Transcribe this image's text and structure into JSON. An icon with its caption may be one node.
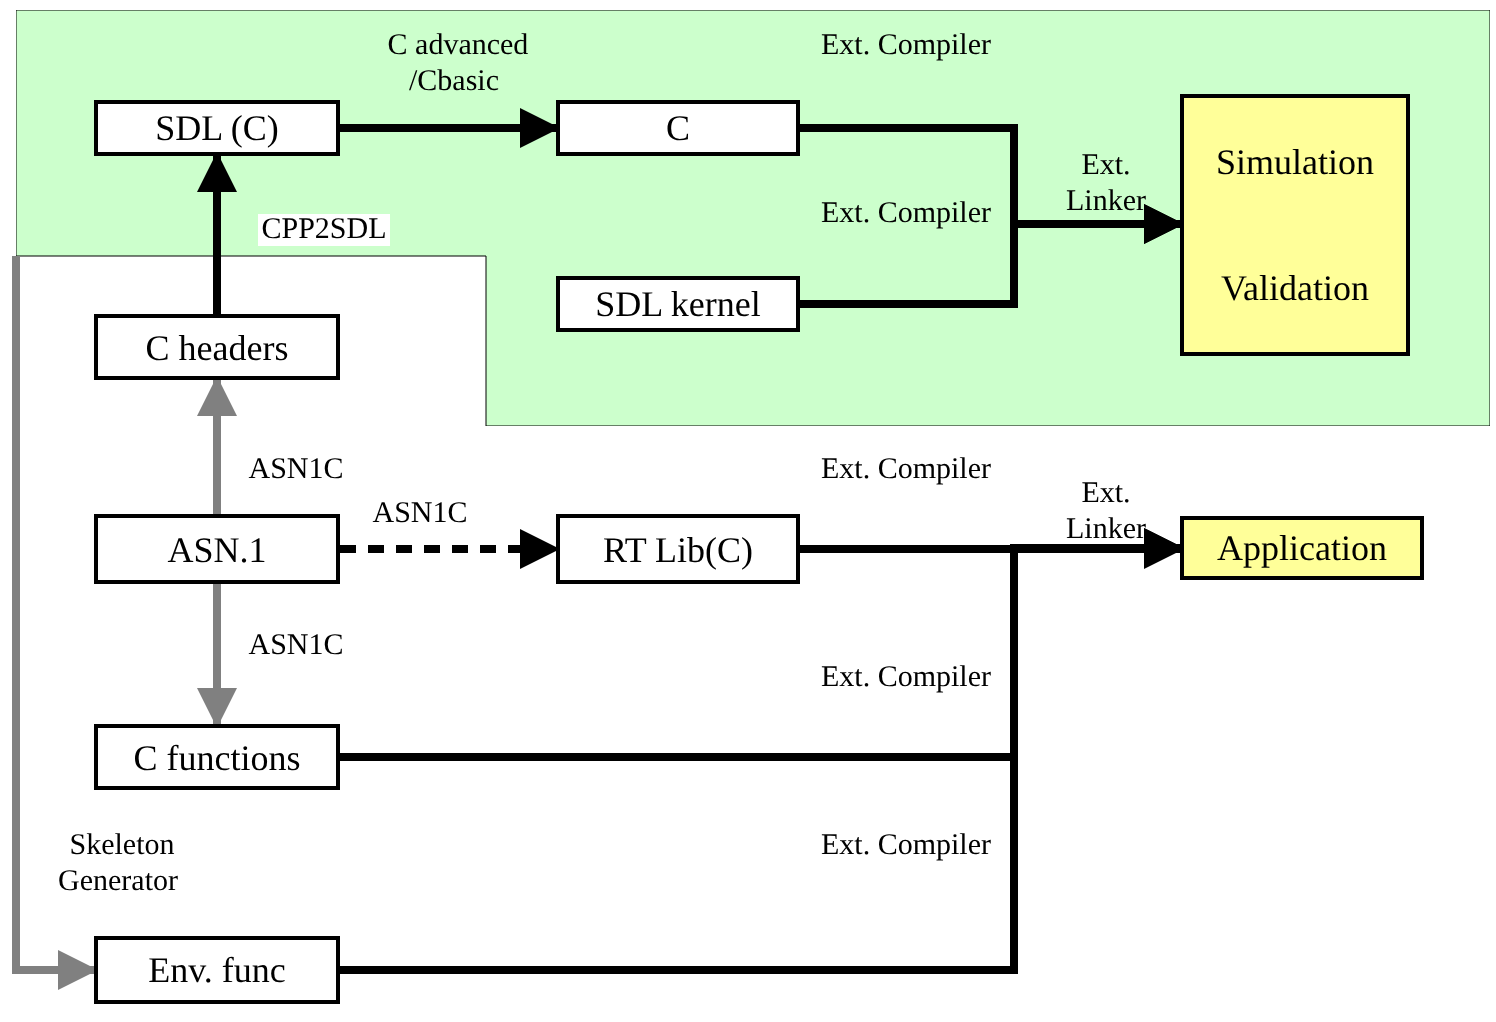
{
  "diagram": {
    "nodes": [
      {
        "text": [],
        "shape": "box"
      },
      {
        "text": [
          "SDL (C)"
        ],
        "in": 0
      },
      {
        "text": [
          "C"
        ],
        "in": 0
      },
      {
        "text": [
          "SDL kernel"
        ],
        "in": 0
      },
      {
        "text": [
          "Simulation",
          "Validation"
        ],
        "in": 0
      },
      {
        "text": [
          "C headers"
        ]
      },
      {
        "text": [
          "ASN.1"
        ]
      },
      {
        "text": [
          "RT Lib(C)"
        ]
      },
      {
        "text": [
          "Application"
        ]
      },
      {
        "text": [
          "C functions"
        ]
      },
      {
        "text": [
          "Env. func"
        ]
      }
    ],
    "edges": [
      {
        "from": 1,
        "to": 2,
        "arrow": "to",
        "label": "C advanced /Cbasic"
      },
      {
        "from": 5,
        "to": 1,
        "arrow": "to",
        "label": "CPP2SDL"
      },
      {
        "from": 6,
        "to": 5,
        "arrow": "to",
        "label": "ASN1C",
        "color": "#808080"
      },
      {
        "from": 6,
        "to": 7,
        "arrow": "to",
        "label": "ASN1C",
        "style": "dashed"
      },
      {
        "from": 6,
        "to": 9,
        "arrow": "to",
        "label": "ASN1C",
        "color": "#808080"
      },
      {
        "from": 2,
        "to": 4,
        "arrow": "to",
        "label": "Ext. Compiler"
      },
      {
        "from": 3,
        "to": 4,
        "arrow": "to",
        "label": "Ext. Compiler"
      },
      {
        "from": 7,
        "to": 8,
        "arrow": "to",
        "label": "Ext. Compiler"
      },
      {
        "from": 9,
        "to": 8,
        "arrow": "to",
        "label": "Ext. Compiler"
      },
      {
        "from": 10,
        "to": 8,
        "arrow": "to",
        "label": "Ext. Compiler"
      },
      {
        "from": 0,
        "to": 10,
        "arrow": "to",
        "label": "Skeleton Generator",
        "color": "#808080"
      }
    ],
    "labels": [
      "Ext. Linker",
      "Ext. Linker"
    ]
  }
}
